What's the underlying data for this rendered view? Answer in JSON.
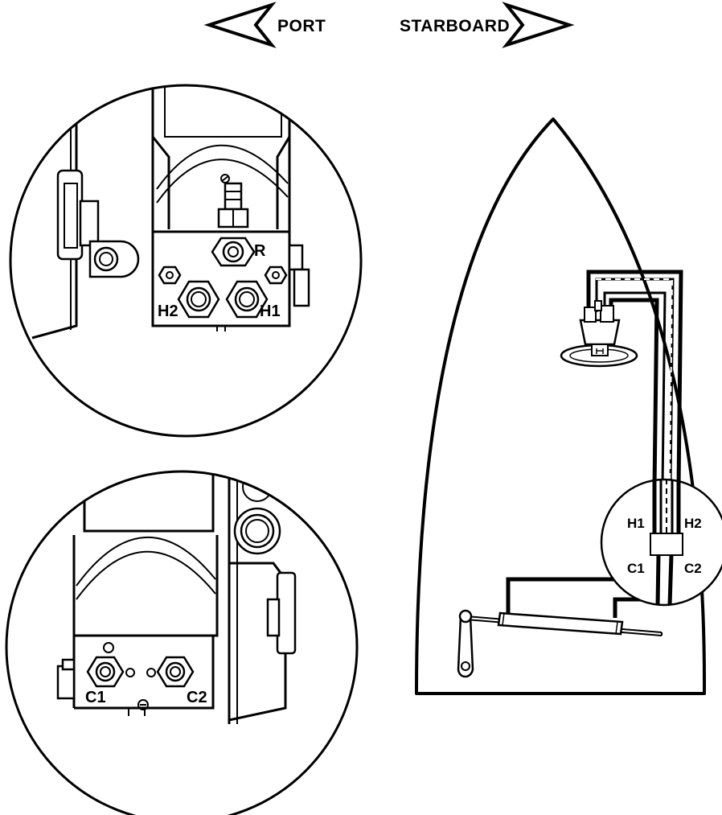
{
  "directions": {
    "port": "PORT",
    "starboard": "STARBOARD"
  },
  "upper_detail": {
    "ports": {
      "return": "R",
      "helm_2": "H2",
      "helm_1": "H1"
    }
  },
  "lower_detail": {
    "ports": {
      "cylinder_1": "C1",
      "cylinder_2": "C2"
    }
  },
  "boat": {
    "ports": {
      "helm_1": "H1",
      "helm_2": "H2",
      "cylinder_1": "C1",
      "cylinder_2": "C2"
    }
  },
  "colors": {
    "line": "#000000",
    "background": "#ffffff"
  }
}
